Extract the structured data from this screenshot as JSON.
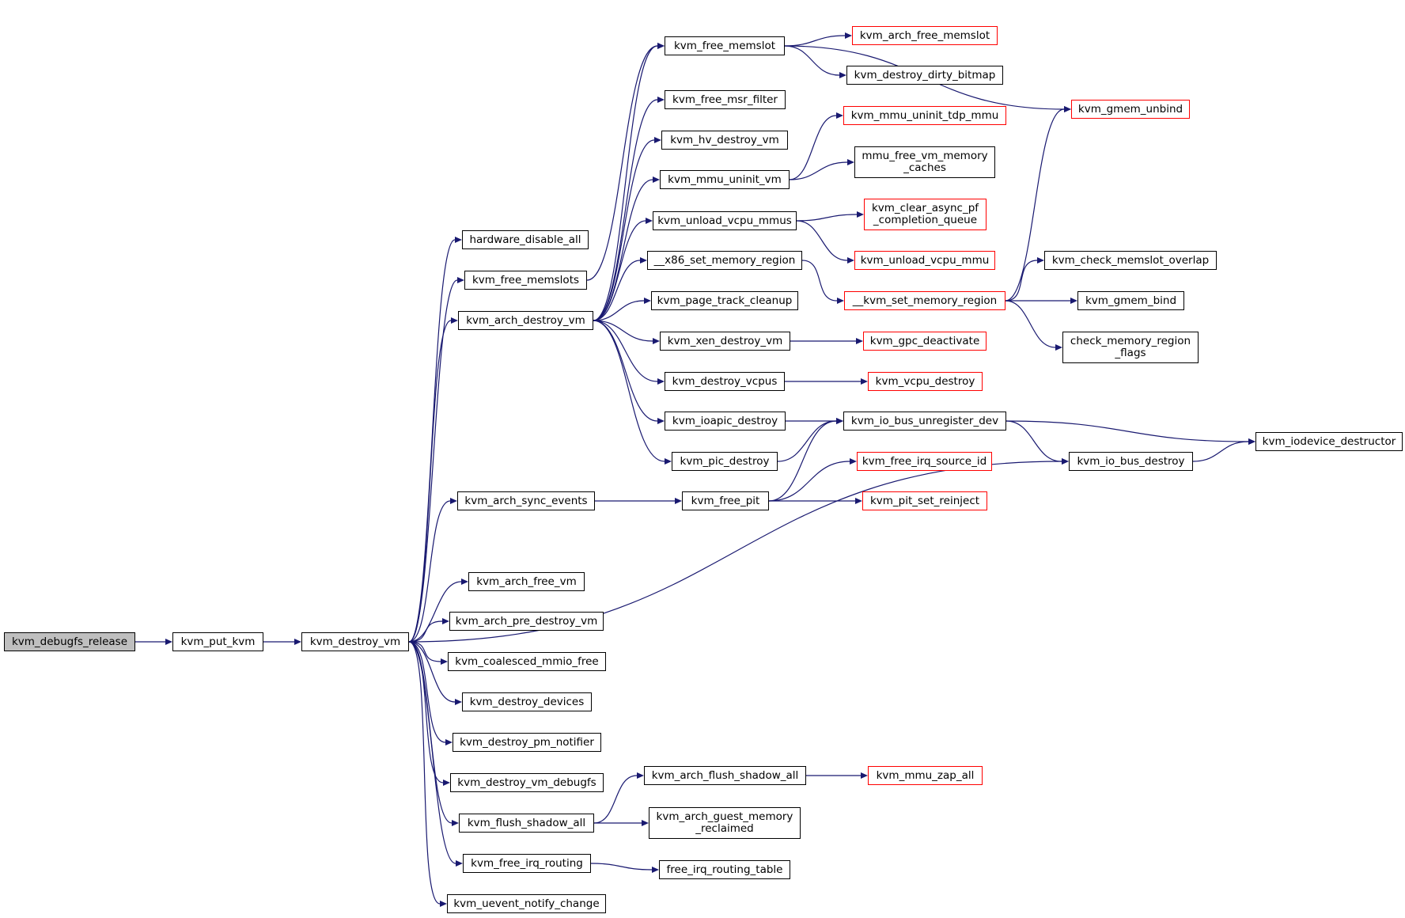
{
  "colors": {
    "edge": "#191970",
    "node_border": "#000000",
    "truncated_border": "#ff0000",
    "root_fill": "#bfbfbf"
  },
  "nodes": {
    "kvm_debugfs_release": "kvm_debugfs_release",
    "kvm_put_kvm": "kvm_put_kvm",
    "kvm_destroy_vm": "kvm_destroy_vm",
    "hardware_disable_all": "hardware_disable_all",
    "kvm_free_memslots": "kvm_free_memslots",
    "kvm_arch_destroy_vm": "kvm_arch_destroy_vm",
    "kvm_arch_sync_events": "kvm_arch_sync_events",
    "kvm_arch_free_vm": "kvm_arch_free_vm",
    "kvm_arch_pre_destroy_vm": "kvm_arch_pre_destroy_vm",
    "kvm_coalesced_mmio_free": "kvm_coalesced_mmio_free",
    "kvm_destroy_devices": "kvm_destroy_devices",
    "kvm_destroy_pm_notifier": "kvm_destroy_pm_notifier",
    "kvm_destroy_vm_debugfs": "kvm_destroy_vm_debugfs",
    "kvm_flush_shadow_all": "kvm_flush_shadow_all",
    "kvm_free_irq_routing": "kvm_free_irq_routing",
    "kvm_uevent_notify_change": "kvm_uevent_notify_change",
    "kvm_free_memslot": "kvm_free_memslot",
    "kvm_free_msr_filter": "kvm_free_msr_filter",
    "kvm_hv_destroy_vm": "kvm_hv_destroy_vm",
    "kvm_mmu_uninit_vm": "kvm_mmu_uninit_vm",
    "kvm_unload_vcpu_mmus": "kvm_unload_vcpu_mmus",
    "x86_set_memory_region": "__x86_set_memory_region",
    "kvm_page_track_cleanup": "kvm_page_track_cleanup",
    "kvm_xen_destroy_vm": "kvm_xen_destroy_vm",
    "kvm_destroy_vcpus": "kvm_destroy_vcpus",
    "kvm_ioapic_destroy": "kvm_ioapic_destroy",
    "kvm_pic_destroy": "kvm_pic_destroy",
    "kvm_free_pit": "kvm_free_pit",
    "kvm_arch_flush_shadow_all": "kvm_arch_flush_shadow_all",
    "kvm_arch_guest_memory_reclaimed": "kvm_arch_guest_memory\n_reclaimed",
    "free_irq_routing_table": "free_irq_routing_table",
    "kvm_arch_free_memslot": "kvm_arch_free_memslot",
    "kvm_destroy_dirty_bitmap": "kvm_destroy_dirty_bitmap",
    "kvm_mmu_uninit_tdp_mmu": "kvm_mmu_uninit_tdp_mmu",
    "mmu_free_vm_memory_caches": "mmu_free_vm_memory\n_caches",
    "kvm_clear_async_pf_completion_queue": "kvm_clear_async_pf\n_completion_queue",
    "kvm_unload_vcpu_mmu": "kvm_unload_vcpu_mmu",
    "kvm_set_memory_region": "__kvm_set_memory_region",
    "kvm_gpc_deactivate": "kvm_gpc_deactivate",
    "kvm_vcpu_destroy": "kvm_vcpu_destroy",
    "kvm_io_bus_unregister_dev": "kvm_io_bus_unregister_dev",
    "kvm_free_irq_source_id": "kvm_free_irq_source_id",
    "kvm_pit_set_reinject": "kvm_pit_set_reinject",
    "kvm_mmu_zap_all": "kvm_mmu_zap_all",
    "kvm_gmem_unbind": "kvm_gmem_unbind",
    "kvm_check_memslot_overlap": "kvm_check_memslot_overlap",
    "kvm_gmem_bind": "kvm_gmem_bind",
    "check_memory_region_flags": "check_memory_region\n_flags",
    "kvm_io_bus_destroy": "kvm_io_bus_destroy",
    "kvm_iodevice_destructor": "kvm_iodevice_destructor"
  },
  "edges": [
    [
      "kvm_debugfs_release",
      "kvm_put_kvm"
    ],
    [
      "kvm_put_kvm",
      "kvm_destroy_vm"
    ],
    [
      "kvm_destroy_vm",
      "hardware_disable_all"
    ],
    [
      "kvm_destroy_vm",
      "kvm_free_memslots"
    ],
    [
      "kvm_destroy_vm",
      "kvm_arch_destroy_vm"
    ],
    [
      "kvm_destroy_vm",
      "kvm_arch_sync_events"
    ],
    [
      "kvm_destroy_vm",
      "kvm_io_bus_destroy"
    ],
    [
      "kvm_destroy_vm",
      "kvm_arch_free_vm"
    ],
    [
      "kvm_destroy_vm",
      "kvm_arch_pre_destroy_vm"
    ],
    [
      "kvm_destroy_vm",
      "kvm_coalesced_mmio_free"
    ],
    [
      "kvm_destroy_vm",
      "kvm_destroy_devices"
    ],
    [
      "kvm_destroy_vm",
      "kvm_destroy_pm_notifier"
    ],
    [
      "kvm_destroy_vm",
      "kvm_destroy_vm_debugfs"
    ],
    [
      "kvm_destroy_vm",
      "kvm_flush_shadow_all"
    ],
    [
      "kvm_destroy_vm",
      "kvm_free_irq_routing"
    ],
    [
      "kvm_destroy_vm",
      "kvm_uevent_notify_change"
    ],
    [
      "kvm_free_memslots",
      "kvm_free_memslot"
    ],
    [
      "kvm_arch_destroy_vm",
      "kvm_free_memslot"
    ],
    [
      "kvm_arch_destroy_vm",
      "kvm_free_msr_filter"
    ],
    [
      "kvm_arch_destroy_vm",
      "kvm_hv_destroy_vm"
    ],
    [
      "kvm_arch_destroy_vm",
      "kvm_mmu_uninit_vm"
    ],
    [
      "kvm_arch_destroy_vm",
      "kvm_unload_vcpu_mmus"
    ],
    [
      "kvm_arch_destroy_vm",
      "x86_set_memory_region"
    ],
    [
      "kvm_arch_destroy_vm",
      "kvm_page_track_cleanup"
    ],
    [
      "kvm_arch_destroy_vm",
      "kvm_xen_destroy_vm"
    ],
    [
      "kvm_arch_destroy_vm",
      "kvm_destroy_vcpus"
    ],
    [
      "kvm_arch_destroy_vm",
      "kvm_ioapic_destroy"
    ],
    [
      "kvm_arch_destroy_vm",
      "kvm_pic_destroy"
    ],
    [
      "kvm_arch_sync_events",
      "kvm_free_pit"
    ],
    [
      "kvm_flush_shadow_all",
      "kvm_arch_flush_shadow_all"
    ],
    [
      "kvm_flush_shadow_all",
      "kvm_arch_guest_memory_reclaimed"
    ],
    [
      "kvm_free_irq_routing",
      "free_irq_routing_table"
    ],
    [
      "kvm_free_memslot",
      "kvm_arch_free_memslot"
    ],
    [
      "kvm_free_memslot",
      "kvm_destroy_dirty_bitmap"
    ],
    [
      "kvm_free_memslot",
      "kvm_gmem_unbind"
    ],
    [
      "kvm_mmu_uninit_vm",
      "kvm_mmu_uninit_tdp_mmu"
    ],
    [
      "kvm_mmu_uninit_vm",
      "mmu_free_vm_memory_caches"
    ],
    [
      "kvm_unload_vcpu_mmus",
      "kvm_clear_async_pf_completion_queue"
    ],
    [
      "kvm_unload_vcpu_mmus",
      "kvm_unload_vcpu_mmu"
    ],
    [
      "x86_set_memory_region",
      "kvm_set_memory_region"
    ],
    [
      "kvm_xen_destroy_vm",
      "kvm_gpc_deactivate"
    ],
    [
      "kvm_destroy_vcpus",
      "kvm_vcpu_destroy"
    ],
    [
      "kvm_ioapic_destroy",
      "kvm_io_bus_unregister_dev"
    ],
    [
      "kvm_pic_destroy",
      "kvm_io_bus_unregister_dev"
    ],
    [
      "kvm_free_pit",
      "kvm_io_bus_unregister_dev"
    ],
    [
      "kvm_free_pit",
      "kvm_free_irq_source_id"
    ],
    [
      "kvm_free_pit",
      "kvm_pit_set_reinject"
    ],
    [
      "kvm_arch_flush_shadow_all",
      "kvm_mmu_zap_all"
    ],
    [
      "kvm_set_memory_region",
      "kvm_gmem_unbind"
    ],
    [
      "kvm_set_memory_region",
      "kvm_check_memslot_overlap"
    ],
    [
      "kvm_set_memory_region",
      "kvm_gmem_bind"
    ],
    [
      "kvm_set_memory_region",
      "check_memory_region_flags"
    ],
    [
      "kvm_io_bus_unregister_dev",
      "kvm_iodevice_destructor"
    ],
    [
      "kvm_io_bus_unregister_dev",
      "kvm_io_bus_destroy"
    ],
    [
      "kvm_io_bus_destroy",
      "kvm_iodevice_destructor"
    ]
  ]
}
